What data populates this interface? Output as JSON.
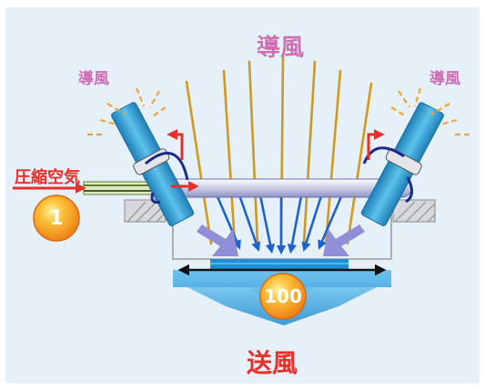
{
  "labels": {
    "induced_air_center": "導風",
    "induced_air_left": "導風",
    "induced_air_right": "導風",
    "compressed_air": "圧縮空気",
    "output_air": "送風"
  },
  "values": {
    "input_ratio": "1",
    "output_ratio": "100"
  },
  "colors": {
    "background": "#e6f0f8",
    "induced_air_text": "#cc6fb3",
    "output_text": "#e8302a",
    "nozzle": "#3aa7d6",
    "flow_blue": "#1e63c9",
    "flow_gold": "#d19a1e",
    "suction": "#8f8ed6",
    "output_fan": "#52aee0",
    "badge": "#f7941d"
  }
}
